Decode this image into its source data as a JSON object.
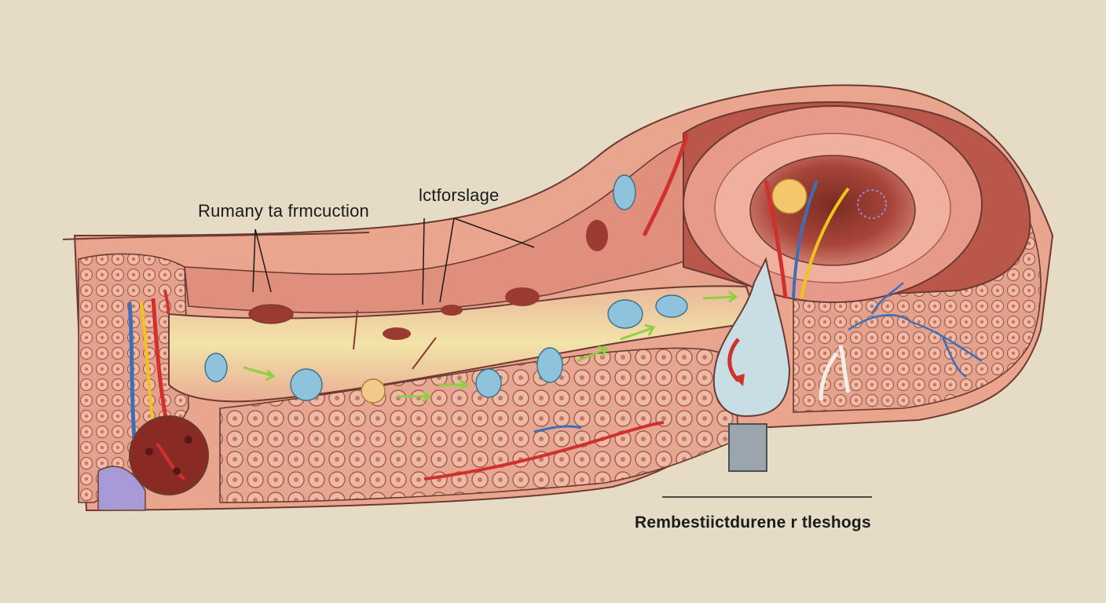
{
  "labels": {
    "label_1": "Rumany ta frmcuction",
    "label_2": "lctforslage",
    "label_3": "Rembestiictdurene r tleshogs"
  },
  "colors": {
    "background": "#e6dcc6",
    "tissue_outer": "#e9a58e",
    "tissue_inner": "#d98370",
    "lumen": "#ecc7a4",
    "cell_fill": "#e8b29b",
    "artery": "#d0312d",
    "vein": "#3d6fb8",
    "nerve": "#f0c419",
    "organism_blue": "#8fc3dc",
    "arrow_green": "#8fcf43",
    "purple_tissue": "#a79ad6",
    "outline": "#6b3a30"
  },
  "icons": [
    "blood-vessel-icon",
    "organism-icon",
    "flow-arrow-icon",
    "circulation-arrow-icon",
    "cell-icon"
  ]
}
